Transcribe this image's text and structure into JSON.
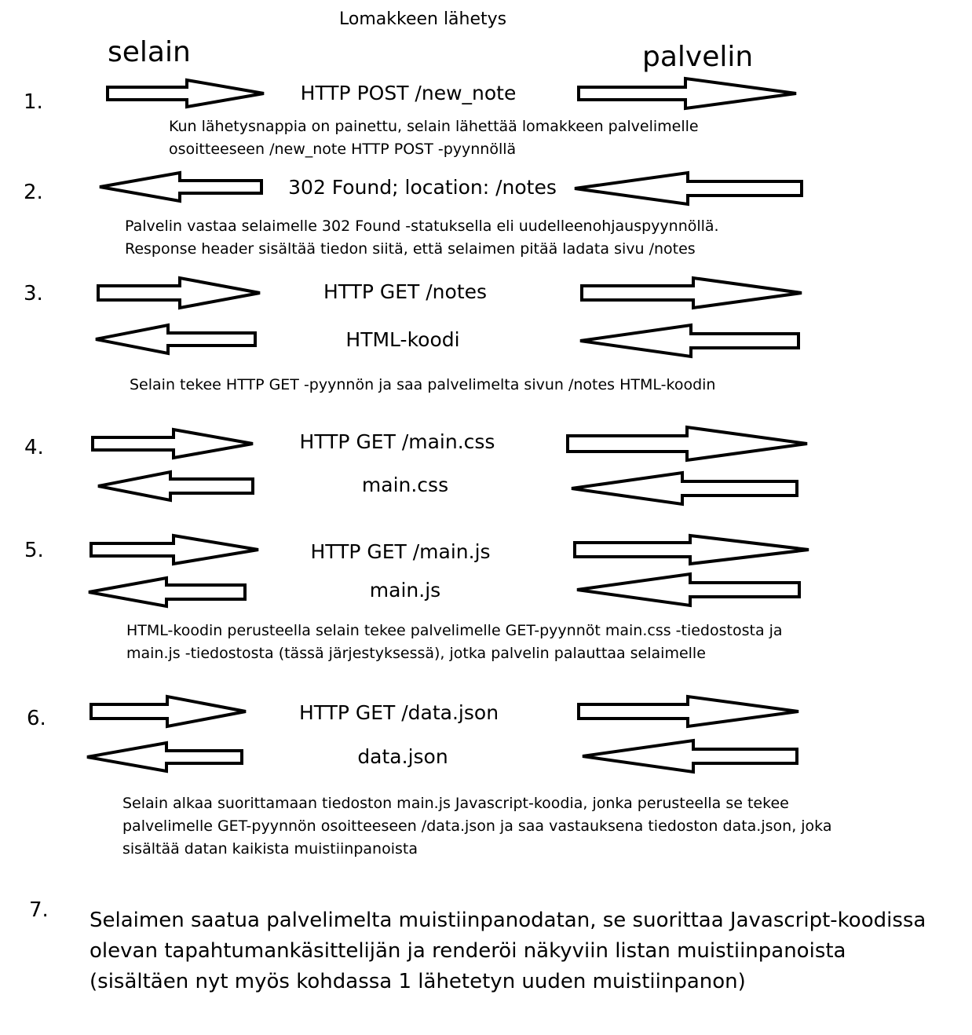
{
  "title": "Lomakkeen lähetys",
  "actors": {
    "browser": "selain",
    "server": "palvelin"
  },
  "steps": [
    {
      "number": "1.",
      "messages": [
        "HTTP POST /new_note"
      ],
      "description": [
        "Kun lähetysnappia on painettu, selain lähettää lomakkeen palvelimelle",
        "osoitteeseen /new_note HTTP POST -pyynnöllä"
      ]
    },
    {
      "number": "2.",
      "messages": [
        "302 Found; location: /notes"
      ],
      "description": [
        "Palvelin vastaa selaimelle 302 Found -statuksella eli uudelleenohjauspyynnöllä.",
        "Response header sisältää tiedon siitä, että selaimen pitää ladata sivu /notes"
      ]
    },
    {
      "number": "3.",
      "messages": [
        "HTTP GET /notes",
        "HTML-koodi"
      ],
      "description": [
        "Selain tekee HTTP GET -pyynnön ja saa palvelimelta sivun /notes HTML-koodin"
      ]
    },
    {
      "number": "4.",
      "messages": [
        "HTTP GET /main.css",
        "main.css"
      ],
      "description": []
    },
    {
      "number": "5.",
      "messages": [
        "HTTP GET /main.js",
        "main.js"
      ],
      "description": [
        "HTML-koodin perusteella selain tekee palvelimelle GET-pyynnöt main.css -tiedostosta ja",
        "main.js -tiedostosta (tässä järjestyksessä), jotka palvelin palauttaa selaimelle"
      ]
    },
    {
      "number": "6.",
      "messages": [
        "HTTP GET /data.json",
        "data.json"
      ],
      "description": [
        "Selain alkaa suorittamaan tiedoston main.js Javascript-koodia, jonka perusteella se tekee",
        "palvelimelle GET-pyynnön osoitteeseen /data.json ja saa vastauksena tiedoston data.json, joka",
        "sisältää datan kaikista muistiinpanoista"
      ]
    },
    {
      "number": "7.",
      "messages": [],
      "description": [
        "Selaimen saatua palvelimelta muistiinpanodatan, se suorittaa Javascript-koodissa",
        "olevan tapahtumankäsittelijän ja renderöi näkyviin listan muistiinpanoista",
        "(sisältäen nyt myös kohdassa 1 lähetetyn uuden muistiinpanon)"
      ]
    }
  ]
}
